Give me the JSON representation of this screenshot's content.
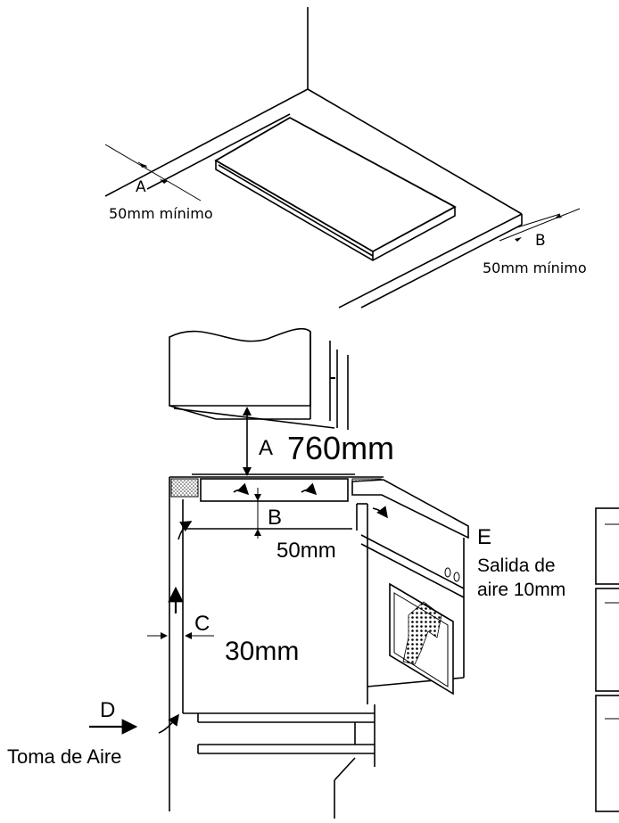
{
  "top_diagram": {
    "label_a": "A",
    "label_b": "B",
    "left_min": "50mm mínimo",
    "right_min": "50mm mínimo"
  },
  "bottom_diagram": {
    "label_a": "A",
    "dim_a": "760mm",
    "label_b": "B",
    "dim_b": "50mm",
    "label_c": "C",
    "dim_c": "30mm",
    "label_d": "D",
    "intake": "Toma de Aire",
    "label_e": "E",
    "outlet_line1": "Salida de",
    "outlet_line2": "aire 10mm"
  }
}
